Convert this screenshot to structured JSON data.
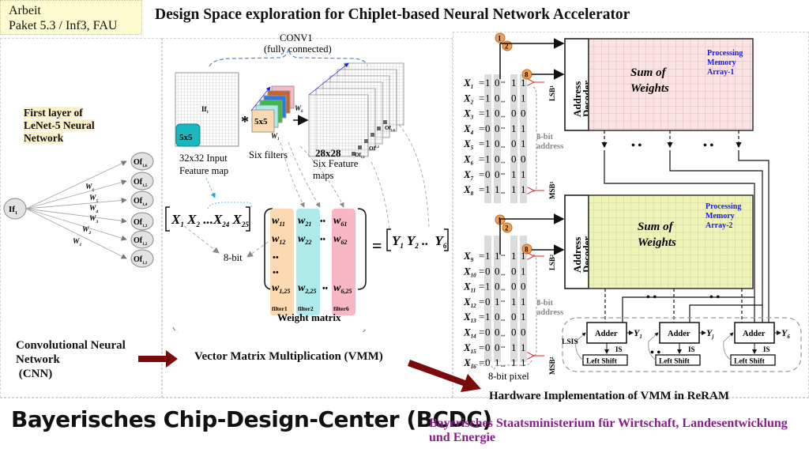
{
  "header": {
    "note_line1": "Arbeit",
    "note_line2": "Paket 5.3 / Inf3, FAU",
    "title": "Design Space exploration for Chiplet-based Neural Network Accelerator"
  },
  "left_panel": {
    "heading_line1": "First layer of",
    "heading_line2": "LeNet-5  Neural",
    "heading_line3": "Network",
    "input_node": "If",
    "input_node_sub": "1",
    "output_nodes": [
      {
        "label": "Of",
        "sub": "1,6",
        "weight": "W",
        "weight_sub": "6"
      },
      {
        "label": "Of",
        "sub": "1,5",
        "weight": "W",
        "weight_sub": "5"
      },
      {
        "label": "Of",
        "sub": "1,4",
        "weight": "W",
        "weight_sub": "4"
      },
      {
        "label": "Of",
        "sub": "1,3",
        "weight": "W",
        "weight_sub": "3"
      },
      {
        "label": "Of",
        "sub": "1,2",
        "weight": "W",
        "weight_sub": "2"
      },
      {
        "label": "Of",
        "sub": "1,1",
        "weight": "W",
        "weight_sub": "1"
      }
    ],
    "cnn_line1": "Convolutional Neural",
    "cnn_line2": "Network",
    "cnn_line3": " (CNN)"
  },
  "middle_panel": {
    "conv_title": "CONV1",
    "conv_subtitle": "(fully connected)",
    "input_map_label": "If",
    "input_map_sub": "1",
    "kernel_label": "5x5",
    "input_caption_line1": "32x32 Input",
    "input_caption_line2": "Feature map",
    "filter_label": "5x5",
    "filter_weight": "W",
    "filter_weight_sub": "1",
    "filter_last_weight": "W",
    "filter_last_weight_sub": "6",
    "filters_caption": "Six filters",
    "conv_operator": "*",
    "feature_size": "28x28",
    "feature_caption_line1": "Six Feature",
    "feature_caption_line2": "maps",
    "feature_outputs": [
      "Of1,1",
      "Of1,2",
      "Of1,6"
    ],
    "input_vector": [
      "X1",
      "X2",
      "...",
      "X24",
      "X25"
    ],
    "bit_label": "8-bit",
    "weight_columns": [
      {
        "name": "filter1",
        "cells": [
          "w11",
          "w12",
          "..",
          "..",
          "w1,25"
        ],
        "color": "#fcd9b0"
      },
      {
        "name": "filter2",
        "cells": [
          "w21",
          "w22",
          "",
          "",
          "w2,25"
        ],
        "color": "#aeeaea"
      },
      {
        "name": "filter6",
        "cells": [
          "w61",
          "w62",
          "",
          "",
          "w6,25"
        ],
        "color": "#f9b6c4"
      }
    ],
    "equals": "=",
    "output_vector": [
      "Y1",
      "Y2",
      "..",
      "Y6"
    ],
    "weight_matrix_caption": "Weight matrix",
    "vmm_label": "Vector Matrix Multiplication (VMM)"
  },
  "right_panel": {
    "bit_markers": [
      "1",
      "2",
      "8"
    ],
    "group1_rows": [
      {
        "x": "X",
        "sub": "1",
        "bits": "1 0 •• 1 1"
      },
      {
        "x": "X",
        "sub": "2",
        "bits": "1 0 .. 0 1"
      },
      {
        "x": "X",
        "sub": "3",
        "bits": "1 0    0 0"
      },
      {
        "x": "X",
        "sub": "4",
        "bits": "0 0    1 1"
      },
      {
        "x": "X",
        "sub": "5",
        "bits": "1 0    0 1"
      },
      {
        "x": "X",
        "sub": "6",
        "bits": "1 0 •• 0 0"
      },
      {
        "x": "X",
        "sub": "7",
        "bits": "0 0 •• 1 1"
      },
      {
        "x": "X",
        "sub": "8",
        "bits": "1 1 .. 1 1"
      }
    ],
    "group2_rows": [
      {
        "x": "X",
        "sub": "9",
        "bits": "1 1 •• 1 1"
      },
      {
        "x": "X",
        "sub": "10",
        "bits": "0 0 .. 0 1"
      },
      {
        "x": "X",
        "sub": "11",
        "bits": "1 0    0 0"
      },
      {
        "x": "X",
        "sub": "12",
        "bits": "0 1    1 1"
      },
      {
        "x": "X",
        "sub": "13",
        "bits": "1 0    0 1"
      },
      {
        "x": "X",
        "sub": "14",
        "bits": "0 0 •• 0 0"
      },
      {
        "x": "X",
        "sub": "15",
        "bits": "0 0 •• 1 1"
      },
      {
        "x": "X",
        "sub": "16",
        "bits": "0 1 .. 1 1"
      }
    ],
    "lsb1": "LSB",
    "lsb1_sub": "1",
    "msb1": "MSB",
    "msb1_sub": "1",
    "lsb2": "LSB",
    "lsb2_sub": "2",
    "msb2": "MSB",
    "msb2_sub": "2",
    "address_line1": "8-bit",
    "address_line2": "address",
    "pixel_label": "8-bit pixel",
    "decoder_line1": "Address",
    "decoder_line2": "Decoder",
    "array1": {
      "title_line1": "Sum of",
      "title_line2": "Weights",
      "tag_line1": "Processing",
      "tag_line2": "Memory",
      "tag_line3": "Array-1",
      "fill": "#fbe3e3"
    },
    "array2": {
      "title_line1": "Sum of",
      "title_line2": "Weights",
      "tag_line1": "Processing",
      "tag_line2": "Memory",
      "tag_line3": "Array-2",
      "fill": "#eef3b8"
    },
    "adders": [
      {
        "label": "Adder",
        "shift": "Left Shift",
        "is": "IS",
        "out": "Y",
        "out_sub": "1"
      },
      {
        "label": "Adder",
        "shift": "Left Shift",
        "is": "IS",
        "out": "Y",
        "out_sub": "j"
      },
      {
        "label": "Adder",
        "shift": "Left Shift",
        "is": "IS",
        "out": "Y",
        "out_sub": "6"
      }
    ],
    "lsis_label": "LSIS",
    "hw_label": "Hardware Implementation of VMM in ReRAM"
  },
  "footer": {
    "org": "Bayerisches Chip-Design-Center (BCDC)",
    "ministry_line1": "Bayerisches Staatsministerium für Wirtschaft, Landesentwicklung",
    "ministry_line2": "und Energie"
  },
  "colors": {
    "arrow_red": "#7b0a0a",
    "ministry_purple": "#8b1a8f",
    "processing_blue": "#1a1aee",
    "kernel_teal": "#18b8c0",
    "marker_orange": "#f0a050"
  }
}
